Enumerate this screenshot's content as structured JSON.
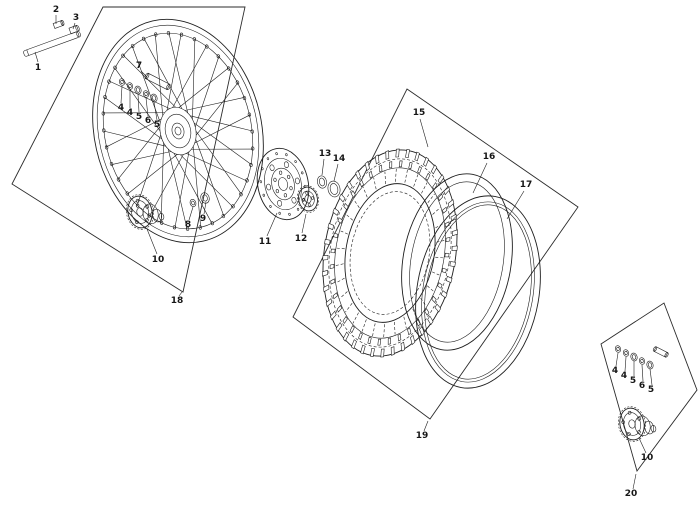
{
  "figure": {
    "kind": "Exploded parts diagram",
    "subject": "Wheel, hub, brake disc and tire assembly",
    "background": "#ffffff",
    "ink": "#1f1f1f"
  },
  "callouts": {
    "axle_rod": "1",
    "axle_nut": "2",
    "axle_spacer": "3",
    "w1_washer_a": "4",
    "w1_washer_b": "4",
    "w1_seal_a": "5",
    "w1_spacer": "6",
    "w1_seal_b": "5",
    "axle_sleeve": "7",
    "ring_small": "8",
    "ring_large": "9",
    "hub_front": "10",
    "brake_disc": "11",
    "drive_flange": "12",
    "seal": "13",
    "bearing": "14",
    "tire": "15",
    "inner_tube": "16",
    "rim_band": "17",
    "frame_wheel": "18",
    "frame_tire": "19",
    "frame_hub": "20",
    "w2_washer_a": "4",
    "w2_washer_b": "4",
    "w2_seal_a": "5",
    "w2_spacer": "6",
    "w2_seal_b": "5",
    "hub_rear": "10"
  }
}
